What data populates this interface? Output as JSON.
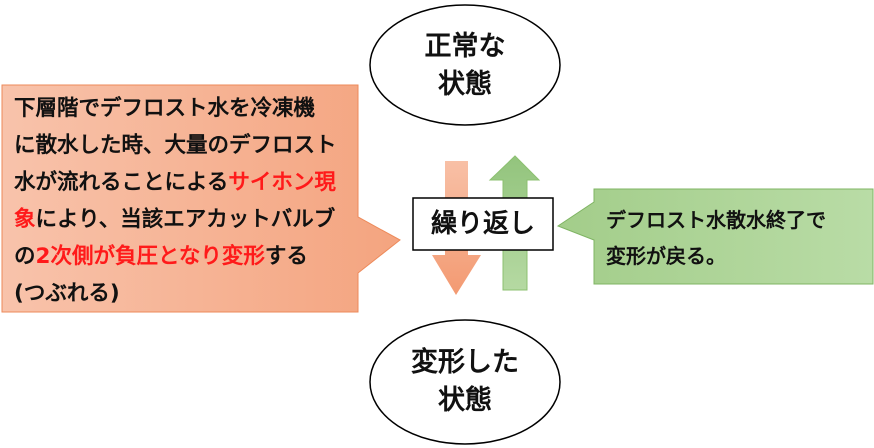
{
  "top_state": {
    "line1": "正常な",
    "line2": "状態"
  },
  "bottom_state": {
    "line1": "変形した",
    "line2": "状態"
  },
  "repeat_label": "繰り返し",
  "left_callout": {
    "lines": [
      [
        {
          "text": "下層階でデフロスト水を冷凍機",
          "highlight": false
        }
      ],
      [
        {
          "text": "に散水した時、大量のデフロスト",
          "highlight": false
        }
      ],
      [
        {
          "text": "水が流れることによる",
          "highlight": false
        },
        {
          "text": "サイホン現",
          "highlight": true
        }
      ],
      [
        {
          "text": "象",
          "highlight": true
        },
        {
          "text": "により、当該エアカットバルブ",
          "highlight": false
        }
      ],
      [
        {
          "text": "の",
          "highlight": false
        },
        {
          "text": "2次側が負圧となり変形",
          "highlight": true
        },
        {
          "text": "する",
          "highlight": false
        }
      ],
      [
        {
          "text": "(つぶれる)",
          "highlight": false
        }
      ]
    ]
  },
  "right_callout": {
    "line1": "デフロスト水散水終了で",
    "line2": "変形が戻る。"
  },
  "colors": {
    "orange": "#f4a683",
    "green": "#a9d18e",
    "highlight": "#ff1a1a"
  }
}
